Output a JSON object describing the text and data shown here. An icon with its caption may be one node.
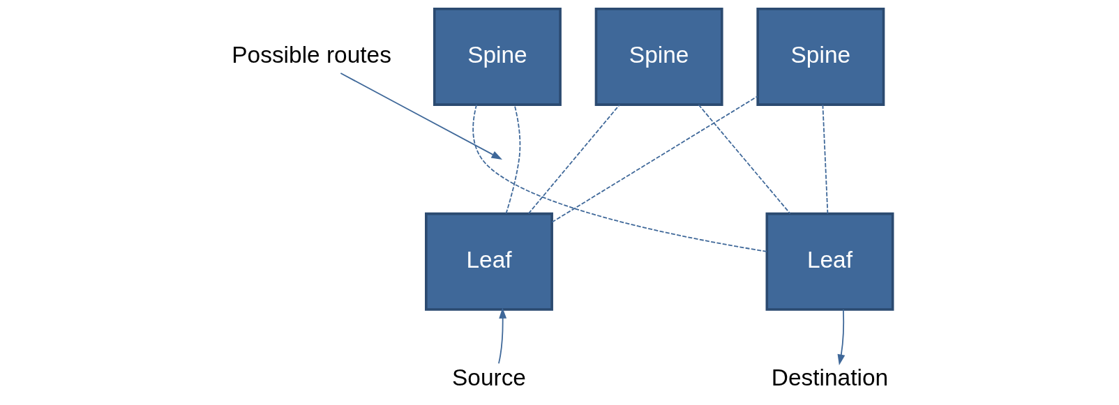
{
  "diagram": {
    "nodes": [
      {
        "text": [
          "Spine"
        ]
      },
      {
        "text": [
          "Spine"
        ]
      },
      {
        "text": [
          "Spine"
        ]
      },
      {
        "text": [
          "Leaf"
        ]
      },
      {
        "text": [
          "Leaf"
        ]
      },
      {
        "text": [
          "Source"
        ]
      },
      {
        "text": [
          "Destination"
        ]
      },
      {
        "text": [
          "Possible routes"
        ]
      }
    ],
    "edges": [
      {
        "from": 3,
        "to": 0,
        "arrow": "none",
        "style": "dashed"
      },
      {
        "from": 3,
        "to": 1,
        "arrow": "none",
        "style": "dashed"
      },
      {
        "from": 3,
        "to": 2,
        "arrow": "none",
        "style": "dashed"
      },
      {
        "from": 0,
        "to": 4,
        "arrow": "none",
        "style": "dashed"
      },
      {
        "from": 1,
        "to": 4,
        "arrow": "none",
        "style": "dashed"
      },
      {
        "from": 2,
        "to": 4,
        "arrow": "none",
        "style": "dashed"
      },
      {
        "from": 5,
        "to": 3,
        "arrow": "to"
      },
      {
        "from": 4,
        "to": 6,
        "arrow": "to"
      },
      {
        "from": 7,
        "to": null,
        "arrow": "to"
      }
    ]
  }
}
